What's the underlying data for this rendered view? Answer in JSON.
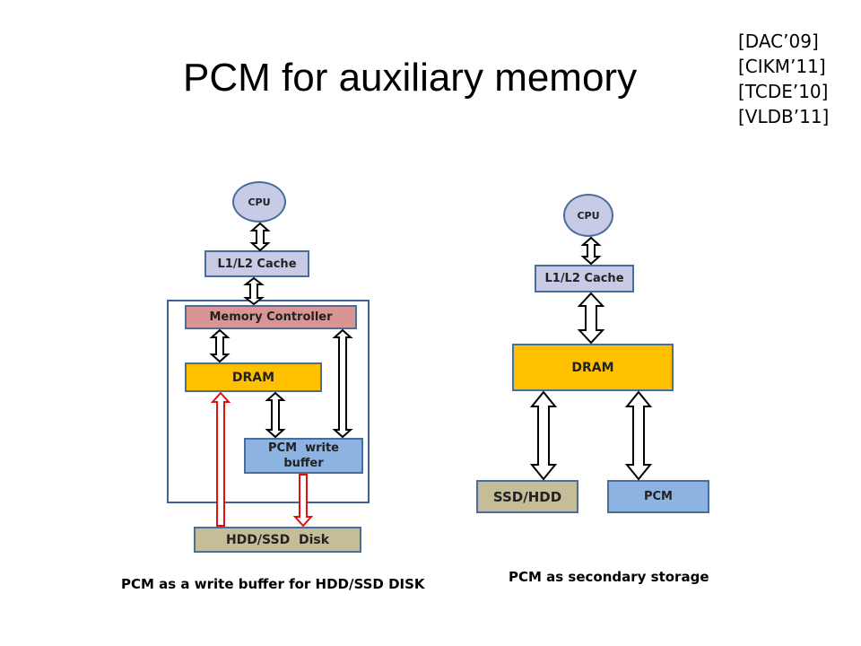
{
  "title": "PCM for auxiliary memory",
  "references": [
    "[DAC’09]",
    "[CIKM’11]",
    "[TCDE’10]",
    "[VLDB’11]"
  ],
  "left_diagram": {
    "cpu": "CPU",
    "cache": "L1/L2 Cache",
    "memory_controller": "Memory Controller",
    "dram": "DRAM",
    "pcm_write_buffer_line1": "PCM  write",
    "pcm_write_buffer_line2": "buffer",
    "disk": "HDD/SSD  Disk",
    "caption": "PCM as a write buffer for HDD/SSD DISK"
  },
  "right_diagram": {
    "cpu": "CPU",
    "cache": "L1/L2 Cache",
    "dram": "DRAM",
    "ssd_hdd": "SSD/HDD",
    "pcm": "PCM",
    "caption": "PCM as secondary storage"
  },
  "colors": {
    "cpu_fill": "#c7cbe6",
    "cache_fill": "#c7cbe6",
    "memory_controller_fill": "#d99494",
    "dram_fill": "#ffc000",
    "pcm_fill": "#8db3e2",
    "disk_fill": "#c4bd97",
    "box_border": "#4a6e9a",
    "red_arrow": "#e01010",
    "black_arrow": "#000000"
  }
}
